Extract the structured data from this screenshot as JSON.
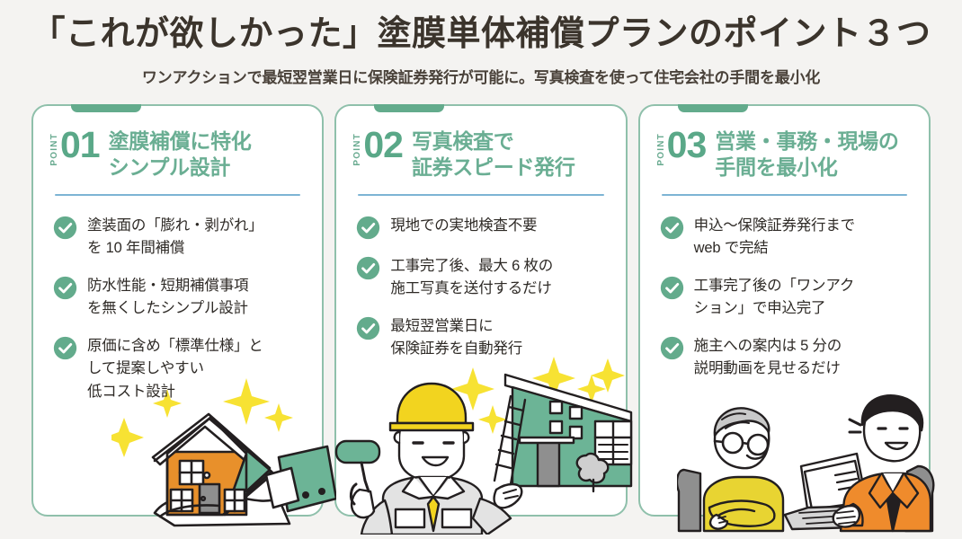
{
  "header": {
    "title": "「これが欲しかった」塗膜単体補償プランのポイント３つ",
    "subtitle": "ワンアクションで最短翌営業日に保険証券発行が可能に。写真検査を使って住宅会社の手間を最小化"
  },
  "colors": {
    "background": "#f4f3f1",
    "card_border": "#8fc0ab",
    "card_tab": "#63ab8c",
    "heading_green": "#6aae93",
    "number_green": "#5aa888",
    "divider_blue": "#7db4d4",
    "check_green": "#63ab8c",
    "title_dark": "#3b342c",
    "body_text": "#2e2a26",
    "sparkle_yellow": "#f7e233",
    "house_orange": "#e8902b",
    "roof_green": "#6cb496",
    "suit_orange": "#ef8b2c",
    "sweater_yellow": "#e8d432"
  },
  "cards": [
    {
      "point_label": "POINT",
      "number": "01",
      "title_lines": [
        "塗膜補償に特化",
        "シンプル設計"
      ],
      "bullets": [
        {
          "icon": "check-circle-icon",
          "lines": [
            "塗装面の「膨れ・剥がれ」",
            "を 10 年間補償"
          ]
        },
        {
          "icon": "check-circle-icon",
          "lines": [
            "防水性能・短期補償事項",
            "を無くしたシンプル設計"
          ]
        },
        {
          "icon": "check-circle-icon",
          "lines": [
            "原価に含め「標準仕様」と",
            "して提案しやすい",
            "低コスト設計"
          ]
        }
      ],
      "illustration": "house-in-hands-illustration"
    },
    {
      "point_label": "POINT",
      "number": "02",
      "title_lines": [
        "写真検査で",
        "証券スピード発行"
      ],
      "bullets": [
        {
          "icon": "check-circle-icon",
          "lines": [
            "現地での実地検査不要"
          ]
        },
        {
          "icon": "check-circle-icon",
          "lines": [
            "工事完了後、最大 6 枚の",
            "施工写真を送付するだけ"
          ]
        },
        {
          "icon": "check-circle-icon",
          "lines": [
            "最短翌営業日に",
            "保険証券を自動発行"
          ]
        }
      ],
      "illustration": "painter-with-roller-and-house-illustration"
    },
    {
      "point_label": "POINT",
      "number": "03",
      "title_lines": [
        "営業・事務・現場の",
        "手間を最小化"
      ],
      "bullets": [
        {
          "icon": "check-circle-icon",
          "lines": [
            "申込〜保険証券発行まで",
            "web で完結"
          ]
        },
        {
          "icon": "check-circle-icon",
          "lines": [
            "工事完了後の「ワンアク",
            "ション」で申込完了"
          ]
        },
        {
          "icon": "check-circle-icon",
          "lines": [
            "施主への案内は 5 分の",
            "説明動画を見せるだけ"
          ]
        }
      ],
      "illustration": "consultation-with-laptop-illustration"
    }
  ]
}
